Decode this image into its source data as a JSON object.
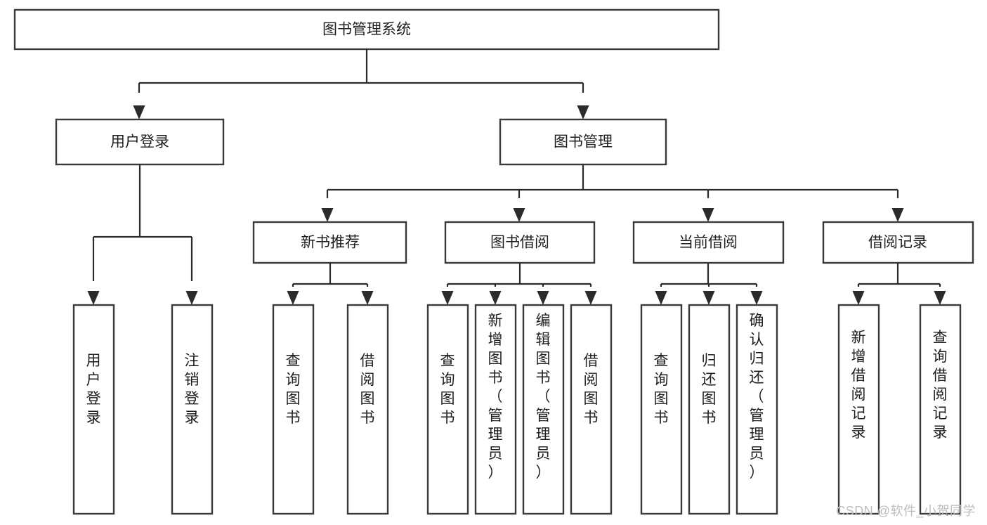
{
  "diagram": {
    "type": "tree-hierarchy-diagram",
    "title": "图书管理系统",
    "watermark": "CSDN @软件_小贺同学",
    "colors": {
      "box_fill": "#ffffff",
      "box_stroke": "#3a3a3a",
      "connector": "#2b2b2b",
      "text": "#1d1d1d",
      "watermark": "#bdbdbd"
    },
    "levels": {
      "root": {
        "label": "图书管理系统",
        "orientation": "horizontal"
      },
      "level2": [
        {
          "id": "user-login",
          "label": "用户登录",
          "orientation": "horizontal"
        },
        {
          "id": "book-manage",
          "label": "图书管理",
          "orientation": "horizontal"
        }
      ],
      "level3": [
        {
          "id": "new-book-recommend",
          "label": "新书推荐",
          "orientation": "horizontal",
          "parent": "book-manage"
        },
        {
          "id": "book-borrow",
          "label": "图书借阅",
          "orientation": "horizontal",
          "parent": "book-manage"
        },
        {
          "id": "current-borrow",
          "label": "当前借阅",
          "orientation": "horizontal",
          "parent": "book-manage"
        },
        {
          "id": "borrow-record",
          "label": "借阅记录",
          "orientation": "horizontal",
          "parent": "book-manage"
        }
      ],
      "leaves": [
        {
          "id": "leaf-user-login",
          "label": "用户登录",
          "orientation": "vertical",
          "parent": "user-login"
        },
        {
          "id": "leaf-user-logout",
          "label": "注销登录",
          "orientation": "vertical",
          "parent": "user-login"
        },
        {
          "id": "leaf-query-book-1",
          "label": "查询图书",
          "orientation": "vertical",
          "parent": "new-book-recommend"
        },
        {
          "id": "leaf-borrow-book-1",
          "label": "借阅图书",
          "orientation": "vertical",
          "parent": "new-book-recommend"
        },
        {
          "id": "leaf-query-book-2",
          "label": "查询图书",
          "orientation": "vertical",
          "parent": "book-borrow"
        },
        {
          "id": "leaf-add-book",
          "label": "新增图书（管理员）",
          "orientation": "vertical",
          "parent": "book-borrow"
        },
        {
          "id": "leaf-edit-book",
          "label": "编辑图书（管理员）",
          "orientation": "vertical",
          "parent": "book-borrow"
        },
        {
          "id": "leaf-borrow-book-2",
          "label": "借阅图书",
          "orientation": "vertical",
          "parent": "book-borrow"
        },
        {
          "id": "leaf-query-book-3",
          "label": "查询图书",
          "orientation": "vertical",
          "parent": "current-borrow"
        },
        {
          "id": "leaf-return-book",
          "label": "归还图书",
          "orientation": "vertical",
          "parent": "current-borrow"
        },
        {
          "id": "leaf-confirm-return",
          "label": "确认归还（管理员）",
          "orientation": "vertical",
          "parent": "current-borrow"
        },
        {
          "id": "leaf-add-record",
          "label": "新增借阅记录",
          "orientation": "vertical",
          "parent": "borrow-record"
        },
        {
          "id": "leaf-query-record",
          "label": "查询借阅记录",
          "orientation": "vertical",
          "parent": "borrow-record"
        }
      ]
    }
  }
}
